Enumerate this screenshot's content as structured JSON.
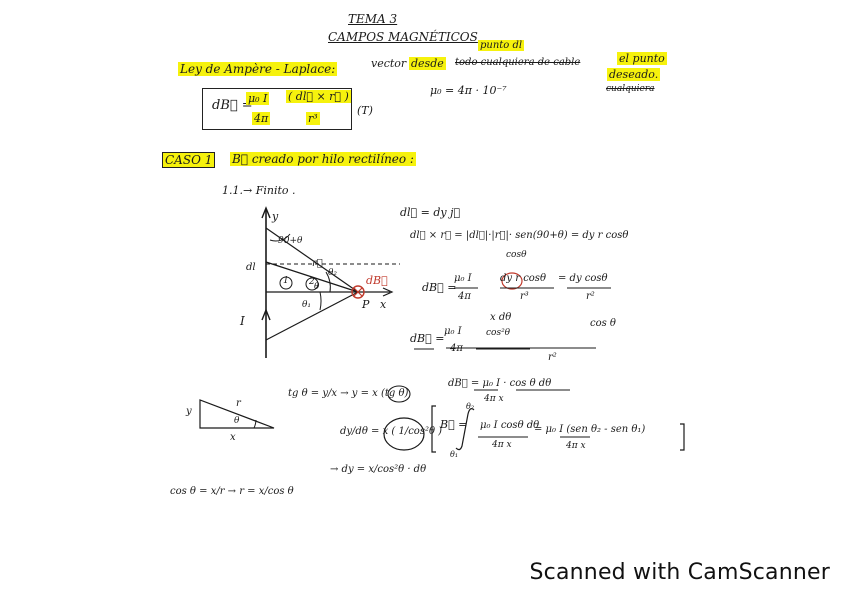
{
  "header": {
    "title": "TEMA 3",
    "subtitle": "CAMPOS MAGNÉTICOS"
  },
  "law": {
    "name": "Ley de Ampère - Laplace:",
    "note_prefix": "vector",
    "note_desde": "desde",
    "note_struck": "todo cualquiera de cable",
    "note_punto_dl": "punto dl",
    "note_el_punto": "el punto",
    "note_deseado": "deseado.",
    "note_struck2": "cualquiera",
    "formula_lhs": "dB⃗ =",
    "formula_coef_num": "μ₀ I",
    "formula_coef_den": "4π",
    "formula_cross_num": "( dl⃗ × r⃗ )",
    "formula_cross_den": "r³",
    "formula_tag": "(T)",
    "mu0": "μ₀ = 4π · 10⁻⁷"
  },
  "case1": {
    "label": "CASO 1",
    "title": "B⃗ creado por hilo rectilíneo :",
    "sub": "1.1.→ Finito ."
  },
  "figure": {
    "y_axis": "y",
    "x_axis": "x",
    "current": "I",
    "dl": "dl",
    "angle_top": "90+θ",
    "r_label": "r⃗",
    "theta": "θ",
    "theta1": "θ₁",
    "theta2": "θ₂",
    "point": "P",
    "db": "dB⃗",
    "circle1": "1",
    "circle2": "2"
  },
  "equations": {
    "e1": "dl⃗ = dy j⃗",
    "e2": "dl⃗ × r⃗ = |dl⃗|·|r⃗|· sen(90+θ) = dy r cosθ",
    "e2_under": "cosθ",
    "e3_lhs": "dB⃗ =",
    "e3_num": "μ₀ I",
    "e3_den": "4π",
    "e3_frac_num": "dy r cosθ",
    "e3_frac_den": "r³",
    "e3_rhs": "= dy cosθ",
    "e3_rhs_den": "r²",
    "e4_lhs": "dB⃗ =",
    "e4_num": "μ₀ I",
    "e4_den": "4π",
    "e4_frac_num": "x  dθ",
    "e4_frac_sub": "cos²θ",
    "e4_right": "cos θ",
    "e4_under": "r²",
    "e5": "dB⃗ = μ₀ I · cos θ dθ",
    "e5_den": "4π          x",
    "tri_y": "y",
    "tri_r": "r",
    "tri_theta": "θ",
    "tri_x": "x",
    "tg": "tg θ =  y/x → y = x (tg θ)",
    "dydt": "dy/dθ = x ( 1/cos²θ )",
    "dy": "→ dy = x/cos²θ · dθ",
    "integral_lhs": "B⃗ =",
    "integral_sup": "θ₂",
    "integral_sub": "θ₁",
    "integral_body": "μ₀ I cosθ dθ",
    "integral_body_den": "4π x",
    "integral_rhs": "= μ₀ I (sen θ₂ - sen θ₁)",
    "integral_rhs_den": "4π x",
    "cos": "cos θ = x/r → r = x/cos θ"
  },
  "footer": {
    "text": "Scanned with CamScanner"
  }
}
